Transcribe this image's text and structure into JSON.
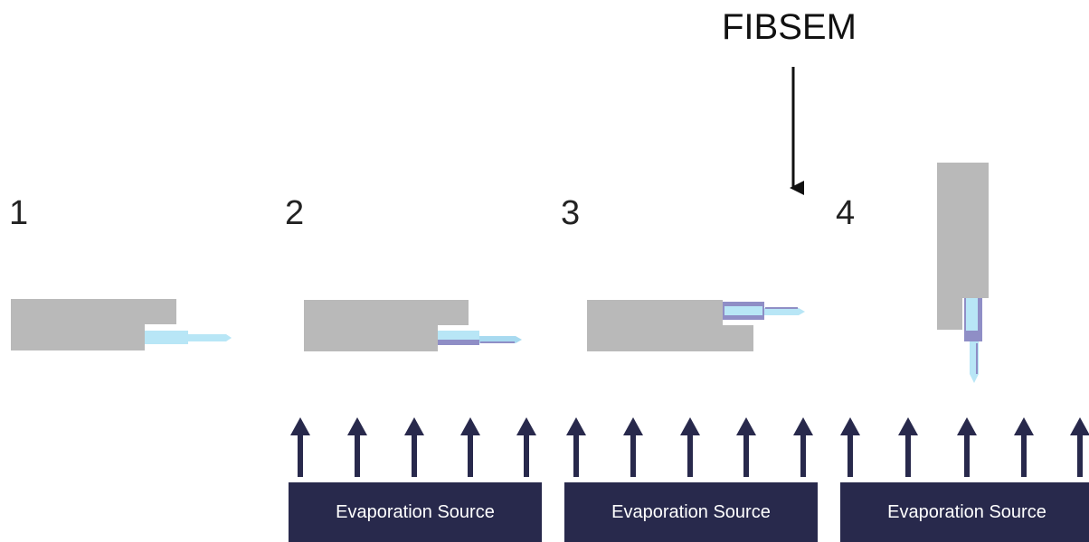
{
  "diagram": {
    "top_label": "FIBSEM",
    "steps": [
      {
        "number": "1"
      },
      {
        "number": "2"
      },
      {
        "number": "3"
      },
      {
        "number": "4"
      }
    ],
    "evaporation_sources": [
      {
        "label": "Evaporation Source"
      },
      {
        "label": "Evaporation Source"
      },
      {
        "label": "Evaporation Source"
      }
    ]
  },
  "colors": {
    "holder_gray": "#b9b9b9",
    "light_blue": "#b8e6f6",
    "purple": "#8f8ec6",
    "navy": "#28294c",
    "text": "#222222"
  }
}
